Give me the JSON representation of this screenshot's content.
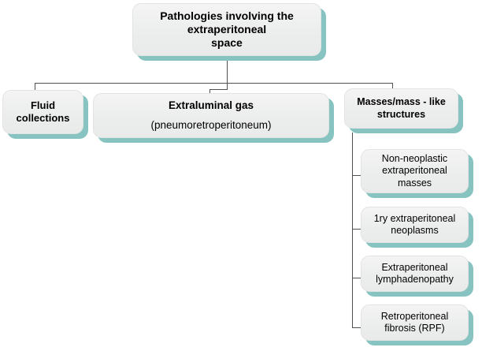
{
  "diagram": {
    "title": "Pathologies involving the extraperitoneal space",
    "type": "flowchart",
    "colors": {
      "box_fill": "#eceded",
      "box_shadow": "#87c3c1",
      "connector": "#4d5152",
      "text": "#000000",
      "background": "#ffffff"
    },
    "root": {
      "line1": "Pathologies involving the",
      "line2": "extraperitoneal",
      "line3": "space"
    },
    "children": [
      {
        "id": "fluid-collections",
        "line1": "Fluid",
        "line2": "collections"
      },
      {
        "id": "extraluminal-gas",
        "line1": "Extraluminal gas",
        "sub": "(pneumoretroperitoneum)"
      },
      {
        "id": "masses-mass-like-structures",
        "line1": "Masses/mass - like",
        "line2": "structures"
      }
    ],
    "masses_subtypes": [
      {
        "id": "non-neoplastic-extraperitoneal-masses",
        "line1": "Non-neoplastic",
        "line2": "extraperitoneal",
        "line3": "masses"
      },
      {
        "id": "primary-extraperitoneal-neoplasms",
        "line1": "1ry extraperitoneal",
        "line2": "neoplasms"
      },
      {
        "id": "extraperitoneal-lymphadenopathy",
        "line1": "Extraperitoneal",
        "line2": "lymphadenopathy"
      },
      {
        "id": "retroperitoneal-fibrosis",
        "line1": "Retroperitoneal",
        "line2": "fibrosis (RPF)"
      }
    ]
  }
}
